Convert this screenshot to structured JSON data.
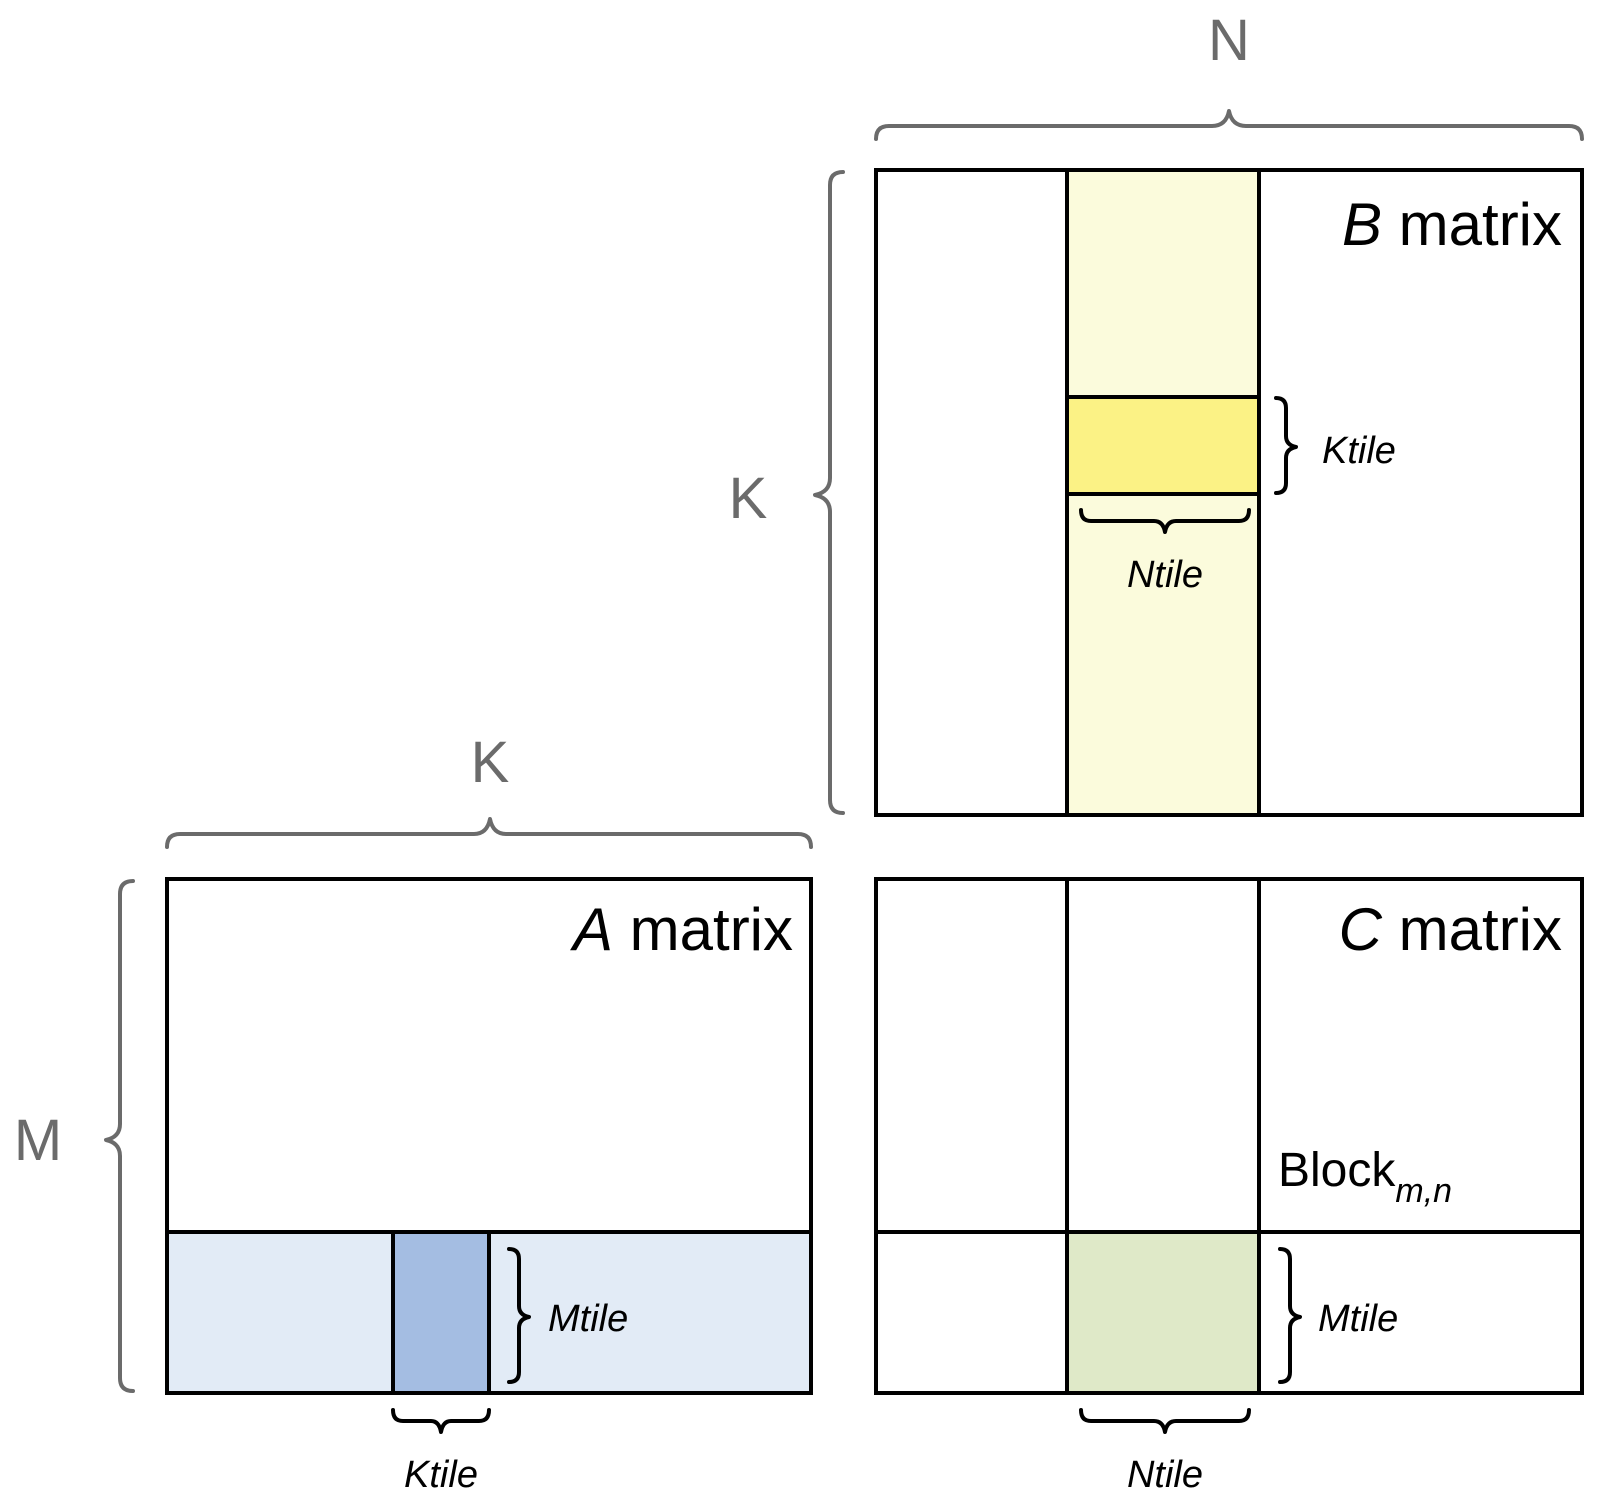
{
  "colors": {
    "b_column_light": "#fbfbdc",
    "b_tile": "#fbf285",
    "a_row_light": "#e2ebf6",
    "a_tile": "#a4bde2",
    "c_block": "#dfe9c8",
    "dimension_text": "#6b6b6b",
    "outline": "#000000"
  },
  "b_matrix": {
    "title_var": "B",
    "title_word": " matrix",
    "dim_top": "N",
    "dim_left": "K",
    "tile_right_label": "Ktile",
    "tile_below_label": "Ntile"
  },
  "a_matrix": {
    "title_var": "A",
    "title_word": " matrix",
    "dim_top": "K",
    "dim_left": "M",
    "tile_right_label": "Mtile",
    "tile_below_label": "Ktile"
  },
  "c_matrix": {
    "title_var": "C",
    "title_word": " matrix",
    "block_label": "Block",
    "block_subscript": "m,n",
    "tile_right_label": "Mtile",
    "tile_below_label": "Ntile"
  }
}
